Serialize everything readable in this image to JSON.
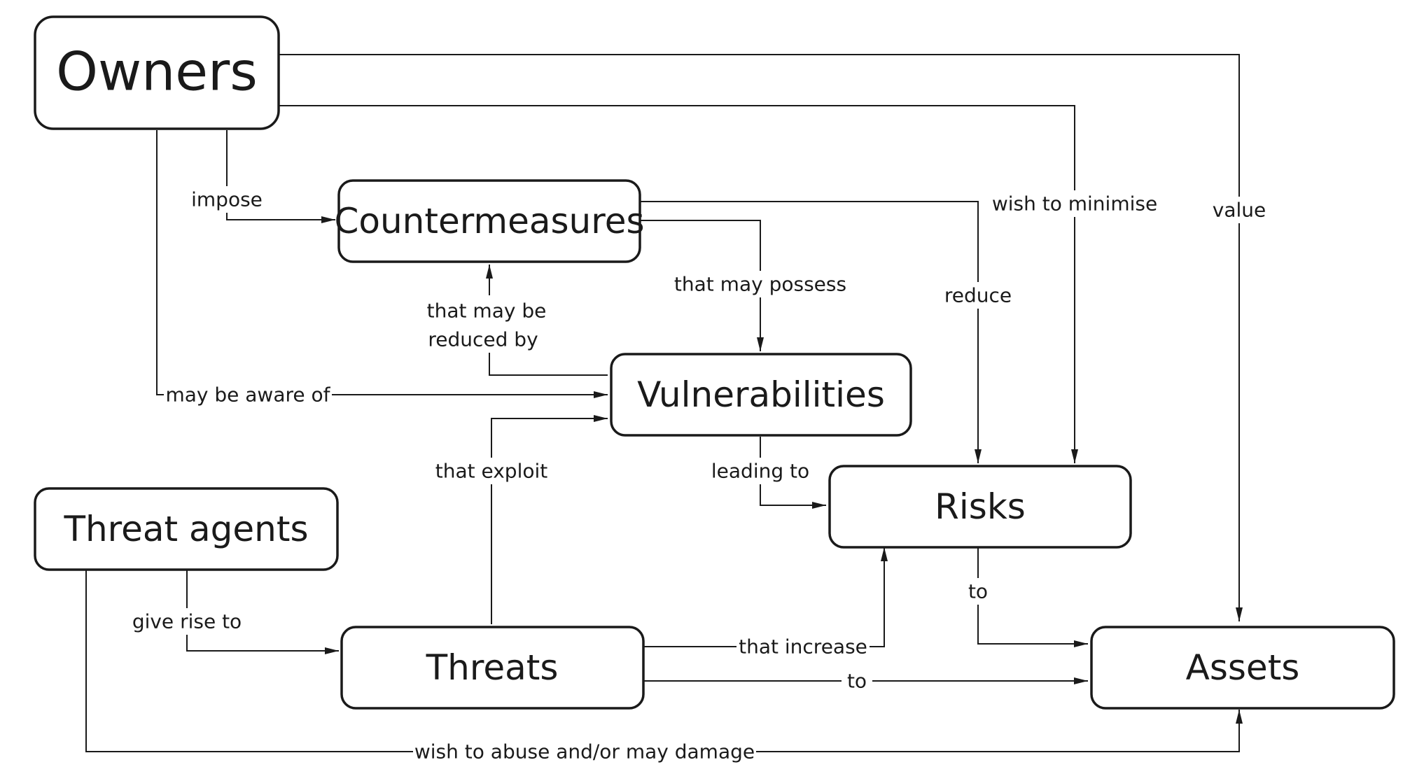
{
  "nodes": {
    "owners": "Owners",
    "countermeasures": "Countermeasures",
    "vulnerabilities": "Vulnerabilities",
    "risks": "Risks",
    "threat_agents": "Threat agents",
    "threats": "Threats",
    "assets": "Assets"
  },
  "edges": {
    "impose": "impose",
    "value": "value",
    "wish_to_minimise": "wish to minimise",
    "reduce": "reduce",
    "that_may_possess": "that may possess",
    "that_may_be_reduced_by_line1": "that may be",
    "that_may_be_reduced_by_line2": "reduced by",
    "may_be_aware_of": "may be aware of",
    "that_exploit": "that exploit",
    "leading_to": "leading to",
    "give_rise_to": "give rise to",
    "that_increase": "that increase",
    "risks_to": "to",
    "threats_to": "to",
    "wish_to_abuse": "wish to abuse and/or may damage"
  },
  "colors": {
    "stroke": "#1a1a1a",
    "background": "#ffffff"
  }
}
